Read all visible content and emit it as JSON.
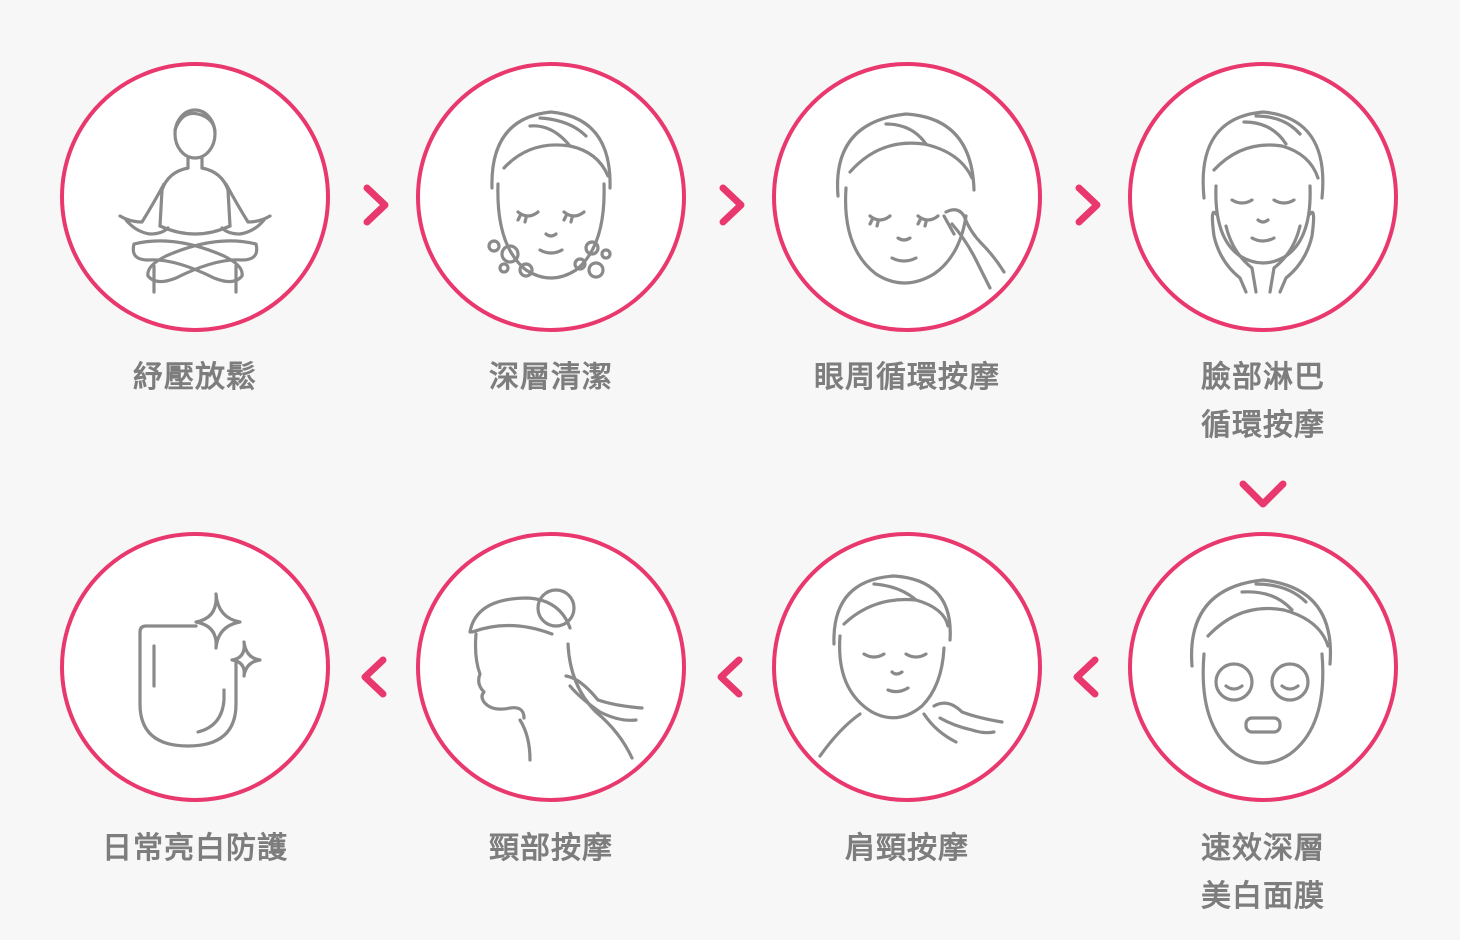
{
  "steps": [
    {
      "label": [
        "紓壓放鬆"
      ],
      "icon": "meditation-icon"
    },
    {
      "label": [
        "深層清潔"
      ],
      "icon": "face-cleansing-icon"
    },
    {
      "label": [
        "眼周循環按摩"
      ],
      "icon": "eye-massage-icon"
    },
    {
      "label": [
        "臉部淋巴",
        "循環按摩"
      ],
      "icon": "face-lymph-massage-icon"
    },
    {
      "label": [
        "速效深層",
        "美白面膜"
      ],
      "icon": "face-mask-icon"
    },
    {
      "label": [
        "肩頸按摩"
      ],
      "icon": "shoulder-massage-icon"
    },
    {
      "label": [
        "頸部按摩"
      ],
      "icon": "neck-massage-icon"
    },
    {
      "label": [
        "日常亮白防護"
      ],
      "icon": "sparkle-shield-icon"
    }
  ],
  "colors": {
    "accent": "#e8386d",
    "line": "#8a8a8a",
    "text": "#7d7d7d",
    "background": "#f7f7f7"
  }
}
